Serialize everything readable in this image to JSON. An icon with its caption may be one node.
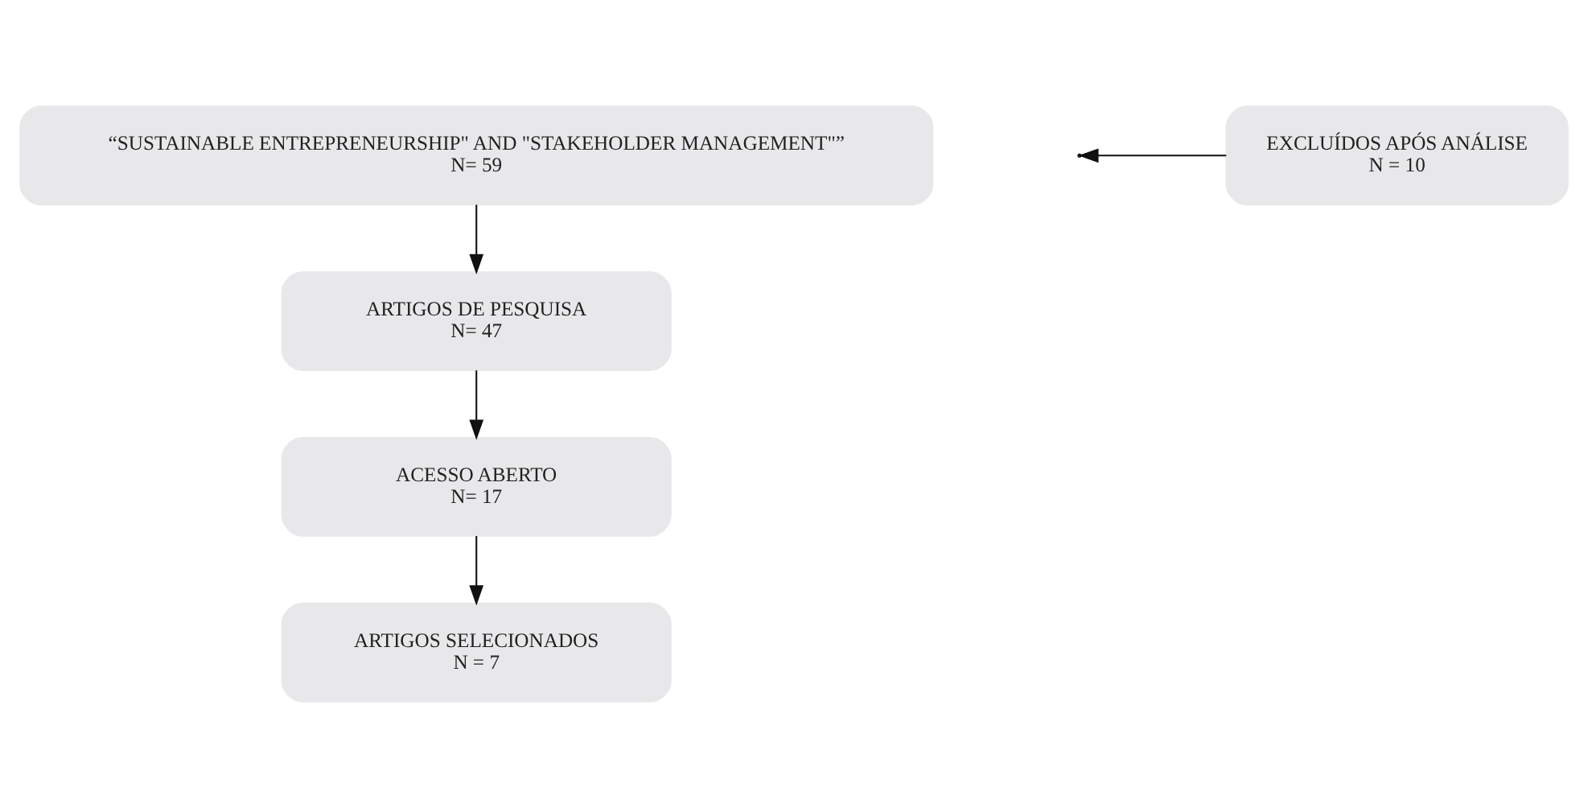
{
  "diagram": {
    "nodes": [
      {
        "text": [
          "“SUSTAINABLE ENTREPRENEURSHIP\" AND \"STAKEHOLDER MANAGEMENT\"”",
          "N= 59"
        ]
      },
      {
        "text": [
          "ARTIGOS DE PESQUISA",
          "N= 47"
        ]
      },
      {
        "text": [
          "ACESSO ABERTO",
          "N= 17"
        ]
      },
      {
        "text": [
          "ARTIGOS SELECIONADOS",
          "N = 7"
        ]
      },
      {
        "text": [
          "EXCLUÍDOS APÓS ANÁLISE",
          "N = 10"
        ]
      }
    ],
    "edges": [
      {
        "from": 0,
        "to": 1,
        "arrow": "to"
      },
      {
        "from": 1,
        "to": 2,
        "arrow": "to"
      },
      {
        "from": 2,
        "to": 3,
        "arrow": "to"
      },
      {
        "from": 4,
        "to": null,
        "arrow": "to"
      }
    ]
  }
}
